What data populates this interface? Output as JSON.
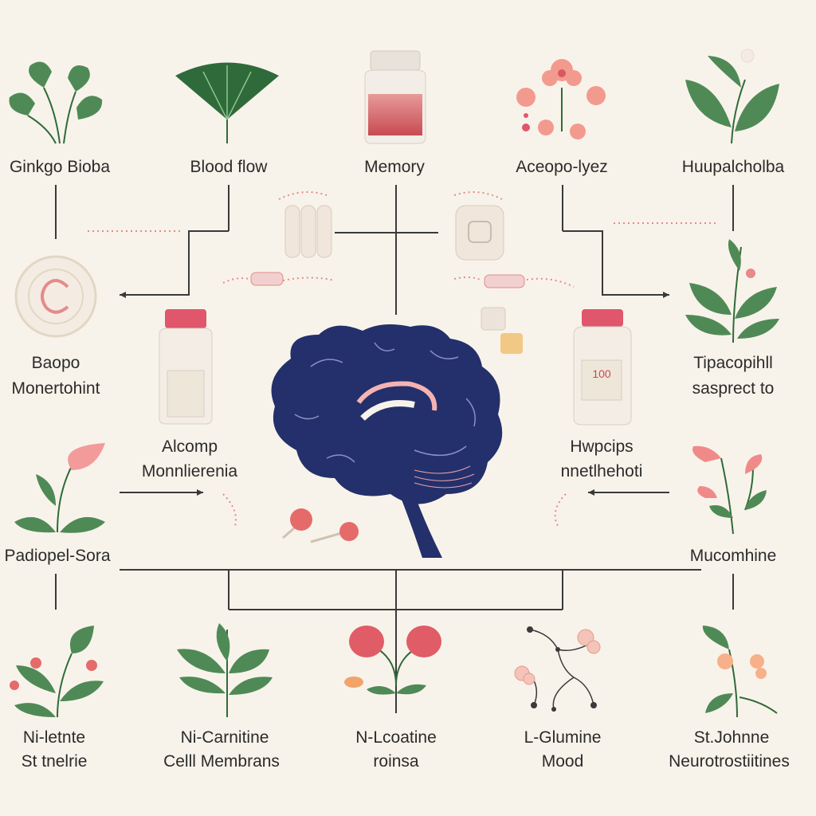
{
  "colors": {
    "background": "#f8f3ea",
    "leaf_green": "#4f8a56",
    "dark_green": "#2f6b3a",
    "pink": "#f08a8a",
    "brain_navy": "#23306b",
    "line": "#3a3a3a",
    "bottle_cap": "#e0566a"
  },
  "labels": {
    "top": [
      "Ginkgo Bioba",
      "Blood flow",
      "Memory",
      "Aceopo-lyez",
      "Huupalcholba"
    ],
    "mid_left_1": [
      "Baopo",
      "Monertohint"
    ],
    "mid_left_2": [
      "Alcomp",
      "Monnlierenia"
    ],
    "mid_right_1": [
      "Tipacopihll",
      "sasprect to"
    ],
    "mid_right_2": [
      "Hwpcips",
      "nnetlhehoti"
    ],
    "left_lower": "Padiopel-Sora",
    "right_lower": "Mucomhine",
    "bottom": [
      [
        "Ni-letnte",
        "St tnelrie"
      ],
      [
        "Ni-Carnitine",
        "Celll Membrans"
      ],
      [
        "N-Lcoatine",
        "roinsa"
      ],
      [
        "L-Glumine",
        "Mood"
      ],
      [
        "St.Johnne",
        "Neurotrostiitines"
      ]
    ],
    "bottle_label": "100"
  }
}
